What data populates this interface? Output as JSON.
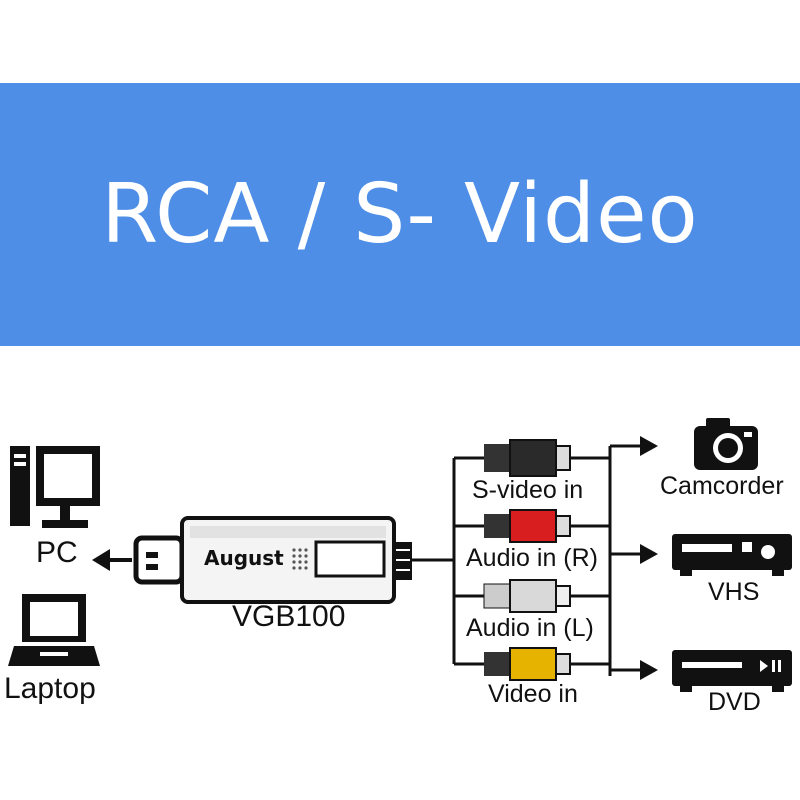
{
  "banner": {
    "title": "RCA / S- Video"
  },
  "device": {
    "brand": "August",
    "model": "VGB100"
  },
  "left_targets": [
    {
      "label": "PC",
      "icon": "desktop-computer-icon"
    },
    {
      "label": "Laptop",
      "icon": "laptop-icon"
    }
  ],
  "inputs": [
    {
      "label": "S-video in",
      "color": "#2a2a2a"
    },
    {
      "label": "Audio in (R)",
      "color": "#d81e1e"
    },
    {
      "label": "Audio in (L)",
      "color": "#d9d9d9"
    },
    {
      "label": "Video in",
      "color": "#e6b400"
    }
  ],
  "sources": [
    {
      "label": "Camcorder",
      "icon": "camera-icon"
    },
    {
      "label": "VHS",
      "icon": "vhs-player-icon"
    },
    {
      "label": "DVD",
      "icon": "dvd-player-icon"
    }
  ],
  "colors": {
    "banner": "#4e8ee6",
    "banner_text": "#ffffff",
    "line": "#111111"
  }
}
